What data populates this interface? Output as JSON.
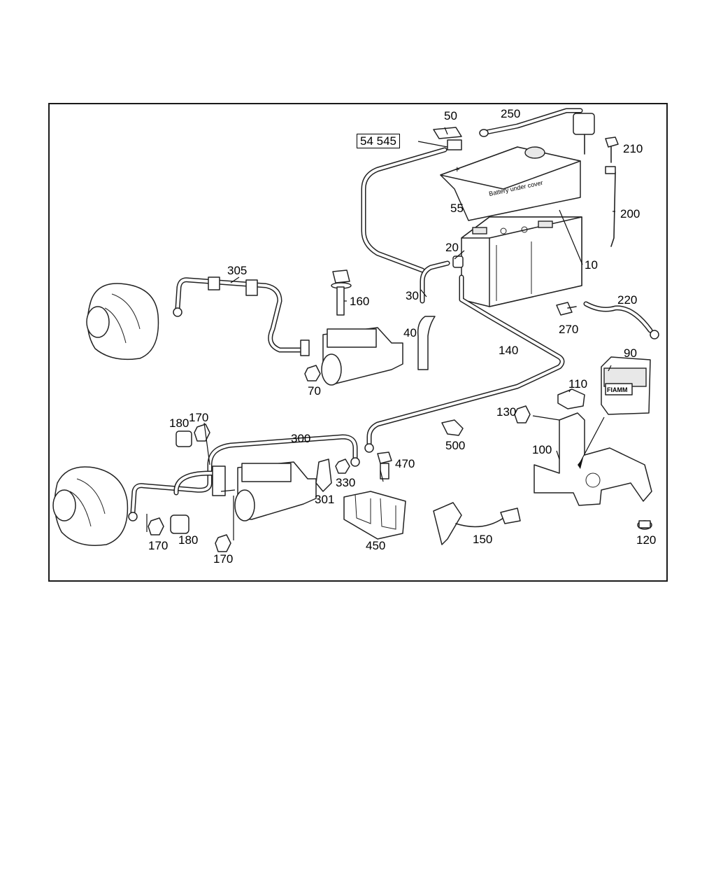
{
  "labels": {
    "l50": "50",
    "l250": "250",
    "l54545": "54 545",
    "l210": "210",
    "l55": "55",
    "l200": "200",
    "l20": "20",
    "l10": "10",
    "l305": "305",
    "l160": "160",
    "l30": "30",
    "l220": "220",
    "l40": "40",
    "l270": "270",
    "l140": "140",
    "l90": "90",
    "l70": "70",
    "l110": "110",
    "l180a": "180",
    "l170a": "170",
    "l130": "130",
    "l300": "300",
    "l500": "500",
    "l100": "100",
    "l470": "470",
    "l330": "330",
    "l301": "301",
    "l170b": "170",
    "l180b": "180",
    "l150": "150",
    "l120": "120",
    "l450": "450",
    "l170c": "170"
  },
  "text_on_parts": {
    "battery_cover": "Battery under cover",
    "small_battery": "FIAMM"
  },
  "colors": {
    "line": "#222222",
    "background": "#ffffff"
  }
}
